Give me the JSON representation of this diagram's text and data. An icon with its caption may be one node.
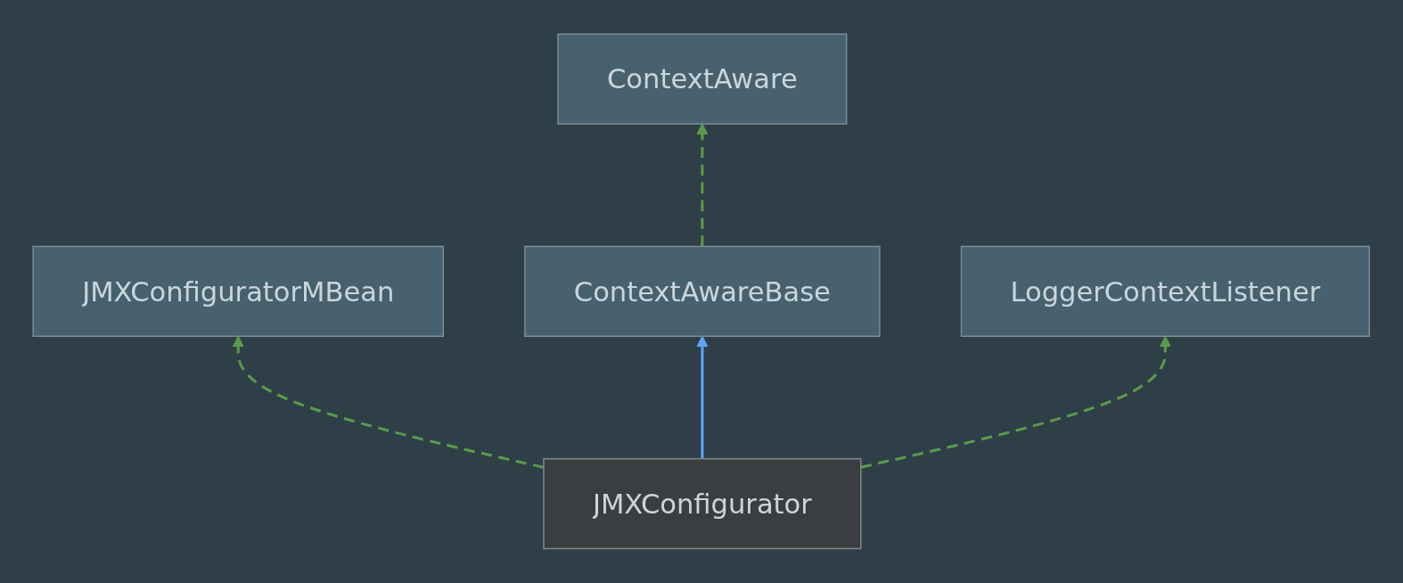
{
  "diagram": {
    "nodes": [
      {
        "text": [
          "ContextAware"
        ]
      },
      {
        "text": [
          "JMXConfiguratorMBean"
        ]
      },
      {
        "text": [
          "ContextAwareBase"
        ]
      },
      {
        "text": [
          "LoggerContextListener"
        ]
      },
      {
        "text": [
          "JMXConfigurator"
        ]
      }
    ],
    "edges": [
      {
        "from": 2,
        "to": 0,
        "arrow": "to",
        "style": "dashed"
      },
      {
        "from": 4,
        "to": 1,
        "arrow": "to",
        "style": "dashed"
      },
      {
        "from": 4,
        "to": 2,
        "arrow": "to",
        "color": "#5ea4f5"
      },
      {
        "from": 4,
        "to": 3,
        "arrow": "to",
        "style": "dashed"
      }
    ]
  }
}
